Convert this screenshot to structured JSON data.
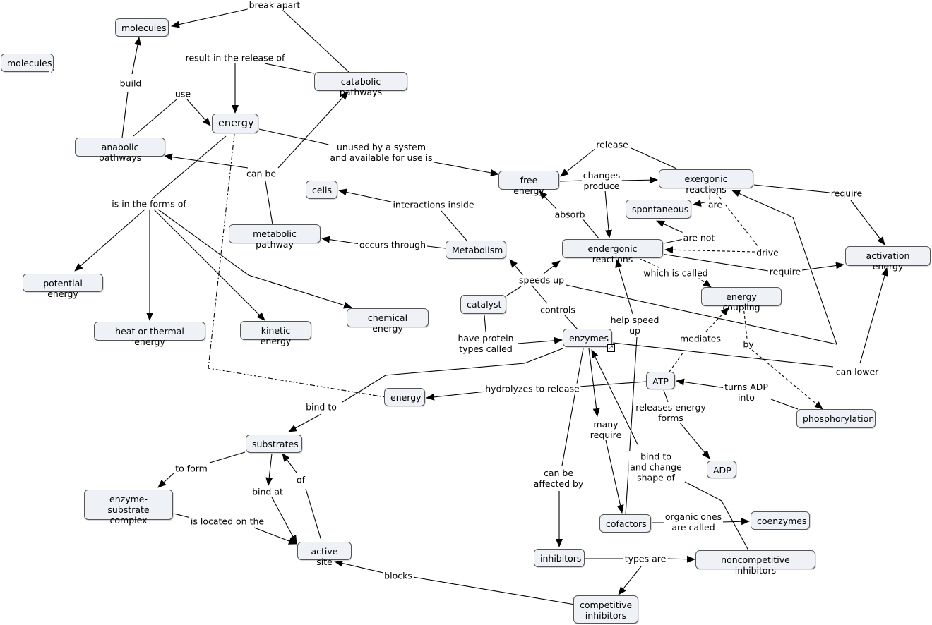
{
  "nodes": {
    "molecules_top": "molecules",
    "molecules_side": "molecules",
    "catabolic_pathways": "catabolic pathways",
    "energy_main": "energy",
    "anabolic_pathways": "anabolic pathways",
    "free_energy": "free energy",
    "exergonic_reactions": "exergonic reactions",
    "cells": "cells",
    "spontaneous": "spontaneous",
    "metabolic_pathway": "metabolic pathway",
    "metabolism": "Metabolism",
    "endergonic_reactions": "endergonic reactions",
    "activation_energy": "activation energy",
    "potential_energy": "potential energy",
    "energy_coupling": "energy coupling",
    "chemical_energy": "chemical energy",
    "catalyst": "catalyst",
    "heat_thermal_energy": "heat or thermal energy",
    "kinetic_energy": "kinetic energy",
    "enzymes": "enzymes",
    "atp": "ATP",
    "energy_small": "energy",
    "phosphorylation": "phosphorylation",
    "substrates": "substrates",
    "adp": "ADP",
    "enzyme_substrate_complex": "enzyme-substrate\ncomplex",
    "coenzymes": "coenzymes",
    "cofactors": "cofactors",
    "active_site": "active site",
    "inhibitors": "inhibitors",
    "noncompetitive_inhibitors": "noncompetitive inhibitors",
    "competitive_inhibitors": "competitive\ninhibitors"
  },
  "linking_phrases": {
    "break_apart": "break apart",
    "result_in_release_of": "result in the release of",
    "build": "build",
    "use": "use",
    "unused_by_system": "unused by a system\nand available for use is",
    "can_be": "can be",
    "release": "release",
    "changes_produce": "changes\nproduce",
    "interactions_inside": "interactions inside",
    "require_ex": "require",
    "is_in_the_forms_of": "is in the forms of",
    "absorb": "absorb",
    "are": "are",
    "are_not": "are not",
    "occurs_through": "occurs through",
    "drive": "drive",
    "require_end": "require",
    "which_is_called": "which is called",
    "speeds_up": "speeds up",
    "controls": "controls",
    "help_speed_up": "help speed\nup",
    "have_protein_types_called": "have protein\ntypes called",
    "mediates": "mediates",
    "by": "by",
    "can_lower": "can lower",
    "hydrolyzes_to_release": "hydrolyzes to release",
    "turns_adp_into": "turns ADP\ninto",
    "bind_to": "bind to",
    "releases_energy_forms": "releases energy\nforms",
    "many_require": "many\nrequire",
    "bind_to_change_shape": "bind to\nand change\nshape of",
    "to_form": "to form",
    "of": "of",
    "bind_at": "bind at",
    "can_be_affected_by": "can be\naffected by",
    "is_located_on_the": "is located on the",
    "organic_ones_are_called": "organic ones\nare called",
    "types_are": "types are",
    "blocks": "blocks"
  },
  "colors": {
    "node_fill": "#eef2f6",
    "node_border": "#555555",
    "line": "#000000"
  },
  "icons": {
    "shortcut": "arrow-shortcut-icon",
    "shortcut_glyph": "↗"
  }
}
